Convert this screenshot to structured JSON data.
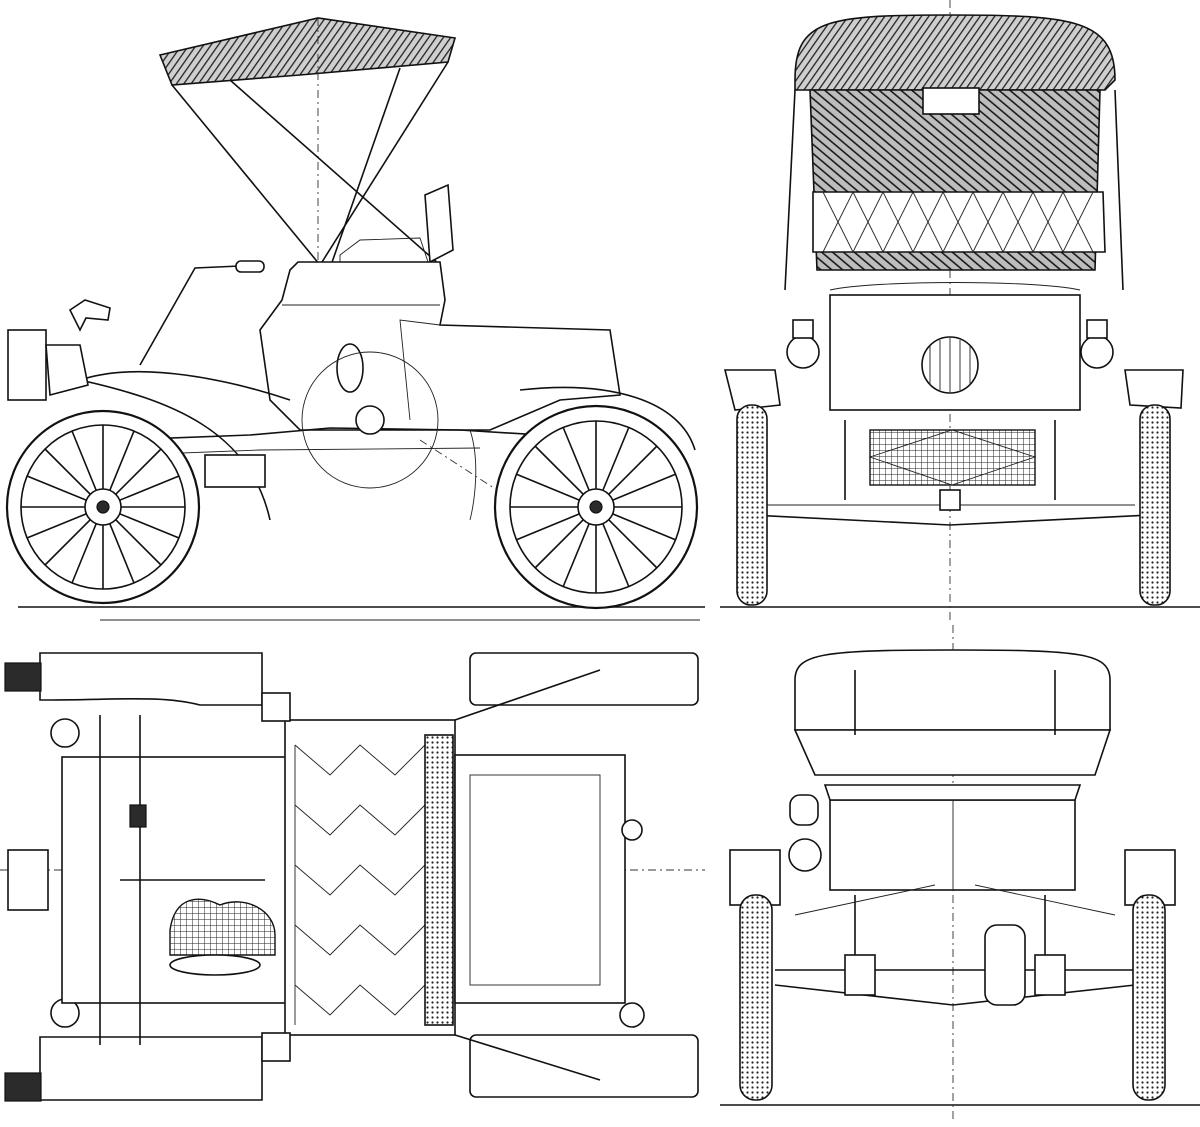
{
  "drawing": {
    "views": [
      "side",
      "front",
      "top",
      "rear"
    ],
    "colors": {
      "ink": "#111111",
      "paper": "#ffffff"
    }
  }
}
